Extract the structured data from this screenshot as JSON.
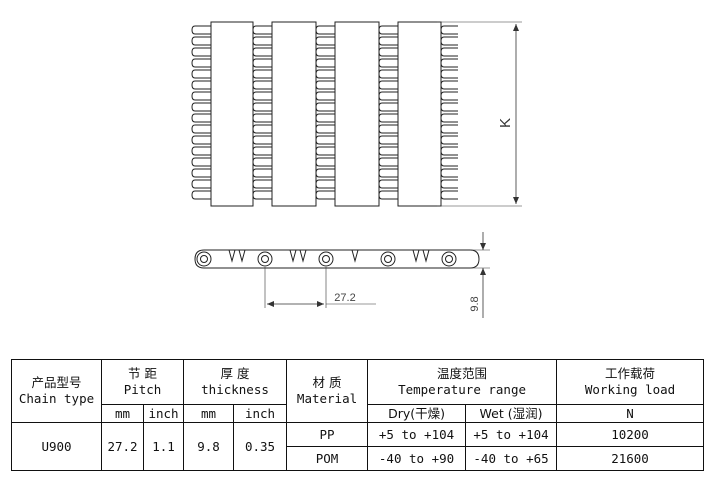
{
  "drawing": {
    "dimension_k": "K",
    "dimension_pitch": "27.2",
    "dimension_thickness": "9.8"
  },
  "table": {
    "chain_type": {
      "zh": "产品型号",
      "en": "Chain type"
    },
    "pitch": {
      "zh": "节 距",
      "en": "Pitch",
      "mm": "mm",
      "inch": "inch"
    },
    "thickness": {
      "zh": "厚  度",
      "en": "thickness",
      "mm": "mm",
      "inch": "inch"
    },
    "material": {
      "zh": "材 质",
      "en": "Material"
    },
    "temperature": {
      "zh": "温度范围",
      "en": "Temperature range",
      "dry": "Dry(干燥)",
      "wet": "Wet (湿润)"
    },
    "load": {
      "zh": "工作载荷",
      "en": "Working load",
      "unit": "N"
    },
    "row": {
      "chain_type": "U900",
      "pitch_mm": "27.2",
      "pitch_inch": "1.1",
      "thickness_mm": "9.8",
      "thickness_inch": "0.35",
      "materials": [
        {
          "name": "PP",
          "dry": "+5 to +104",
          "wet": "+5 to +104",
          "load": "10200"
        },
        {
          "name": "POM",
          "dry": "-40 to +90",
          "wet": "-40 to +65",
          "load": "21600"
        }
      ]
    }
  }
}
